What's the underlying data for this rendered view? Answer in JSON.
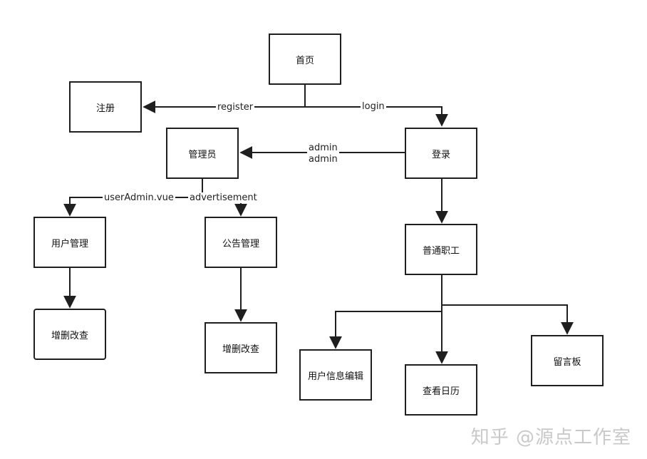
{
  "nodes": {
    "home": "首页",
    "register": "注册",
    "login": "登录",
    "admin": "管理员",
    "user_mgmt": "用户管理",
    "notice_mgmt": "公告管理",
    "crud_user": "增删改查",
    "crud_notice": "增删改查",
    "staff": "普通职工",
    "profile_edit": "用户信息编辑",
    "calendar": "查看日历",
    "message_board": "留言板"
  },
  "edges": {
    "register": "register",
    "login": "login",
    "admin_1": "admin",
    "admin_2": "admin",
    "user_admin_vue": "userAdmin.vue",
    "advertisement": "advertisement"
  },
  "watermark": "知乎 @源点工作室",
  "colors": {
    "stroke": "#1f1f1f",
    "background": "#ffffff",
    "watermark": "#c9c9c9"
  }
}
